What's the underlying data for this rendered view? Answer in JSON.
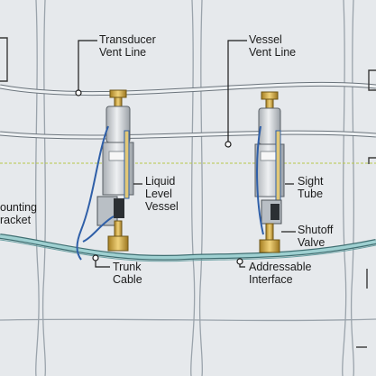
{
  "labels": {
    "transducer_vent_line": [
      "Transducer",
      "Vent Line"
    ],
    "vessel_vent_line": [
      "Vessel",
      "Vent Line"
    ],
    "mounting_bracket": [
      "ounting",
      "racket"
    ],
    "liquid_level_vessel": [
      "Liquid",
      "Level",
      "Vessel"
    ],
    "sight_tube": [
      "Sight",
      "Tube"
    ],
    "shutoff_valve": [
      "Shutoff",
      "Valve"
    ],
    "trunk_cable": [
      "Trunk",
      "Cable"
    ],
    "addressable_interface": [
      "Addressable",
      "Interface"
    ]
  },
  "colors": {
    "background": "#e6e9ec",
    "grid_wire": "#9aa3ab",
    "vent_tube": "#dfe4e8",
    "trunk_cable": "#7fb3b5",
    "reference_line": "#b8c84a",
    "brass": "#c9a23a",
    "vessel_body": "#c9cdd1",
    "sight_tube_blue": "#2f5fa8",
    "leader": "#1b1b1b"
  }
}
